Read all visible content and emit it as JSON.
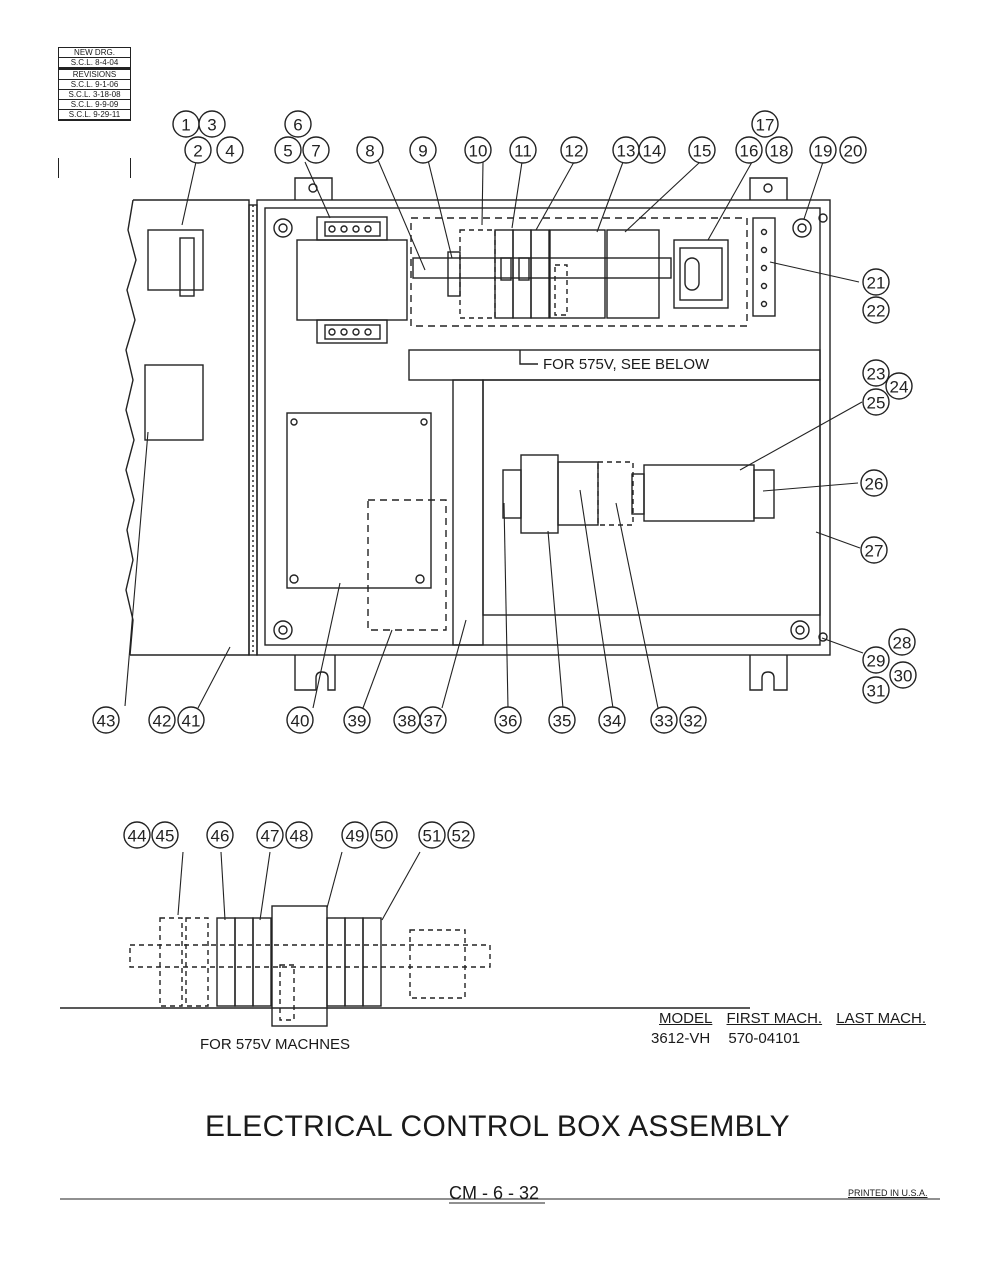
{
  "revision_block": {
    "new_drawing_label": "NEW DRG.",
    "new_drawing_entry": "S.C.L. 8-4-04",
    "revisions_label": "REVISIONS",
    "revisions": [
      "S.C.L. 9-1-06",
      "S.C.L. 3-18-08",
      "S.C.L. 9-9-09",
      "S.C.L. 9-29-11"
    ]
  },
  "callouts": [
    "1",
    "2",
    "3",
    "4",
    "5",
    "6",
    "7",
    "8",
    "9",
    "10",
    "11",
    "12",
    "13",
    "14",
    "15",
    "16",
    "17",
    "18",
    "19",
    "20",
    "21",
    "22",
    "23",
    "24",
    "25",
    "26",
    "27",
    "28",
    "29",
    "30",
    "31",
    "32",
    "33",
    "34",
    "35",
    "36",
    "37",
    "38",
    "39",
    "40",
    "41",
    "42",
    "43",
    "44",
    "45",
    "46",
    "47",
    "48",
    "49",
    "50",
    "51",
    "52"
  ],
  "notes": {
    "for_575v": "FOR 575V, SEE BELOW",
    "for_575v_machines": "FOR 575V MACHNES"
  },
  "model_table": {
    "headers": [
      "MODEL",
      "FIRST MACH.",
      "LAST MACH."
    ],
    "rows": [
      {
        "model": "3612-VH",
        "first": "570-04101",
        "last": ""
      }
    ]
  },
  "title": "ELECTRICAL CONTROL BOX ASSEMBLY",
  "page_number": "CM - 6 - 32",
  "printed": "PRINTED IN U.S.A."
}
